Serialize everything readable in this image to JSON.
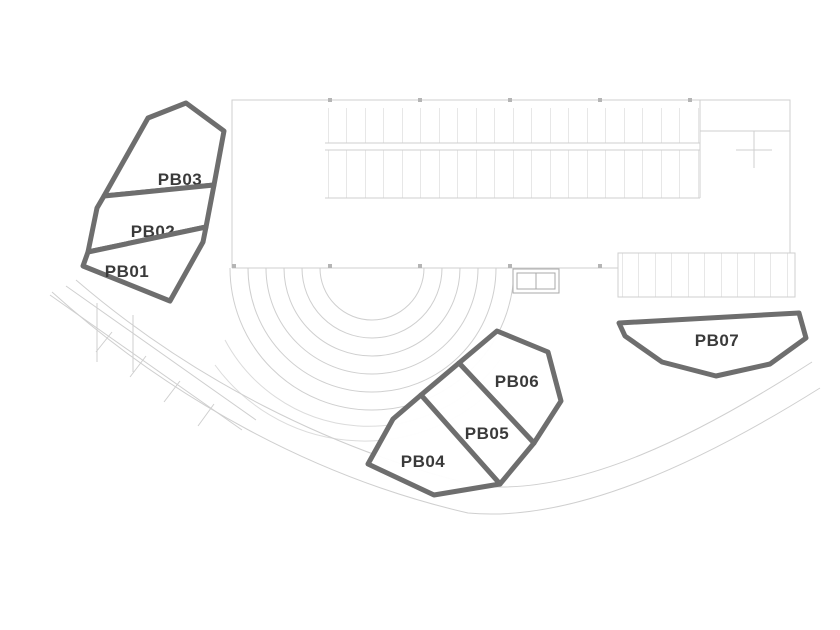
{
  "plan": {
    "outline_color": "#6e6e6e",
    "label_color": "#3a3a3a",
    "background_line_color": "#cfcfcf"
  },
  "plots": [
    {
      "id": "PB01",
      "label": "PB01"
    },
    {
      "id": "PB02",
      "label": "PB02"
    },
    {
      "id": "PB03",
      "label": "PB03"
    },
    {
      "id": "PB04",
      "label": "PB04"
    },
    {
      "id": "PB05",
      "label": "PB05"
    },
    {
      "id": "PB06",
      "label": "PB06"
    },
    {
      "id": "PB07",
      "label": "PB07"
    }
  ]
}
